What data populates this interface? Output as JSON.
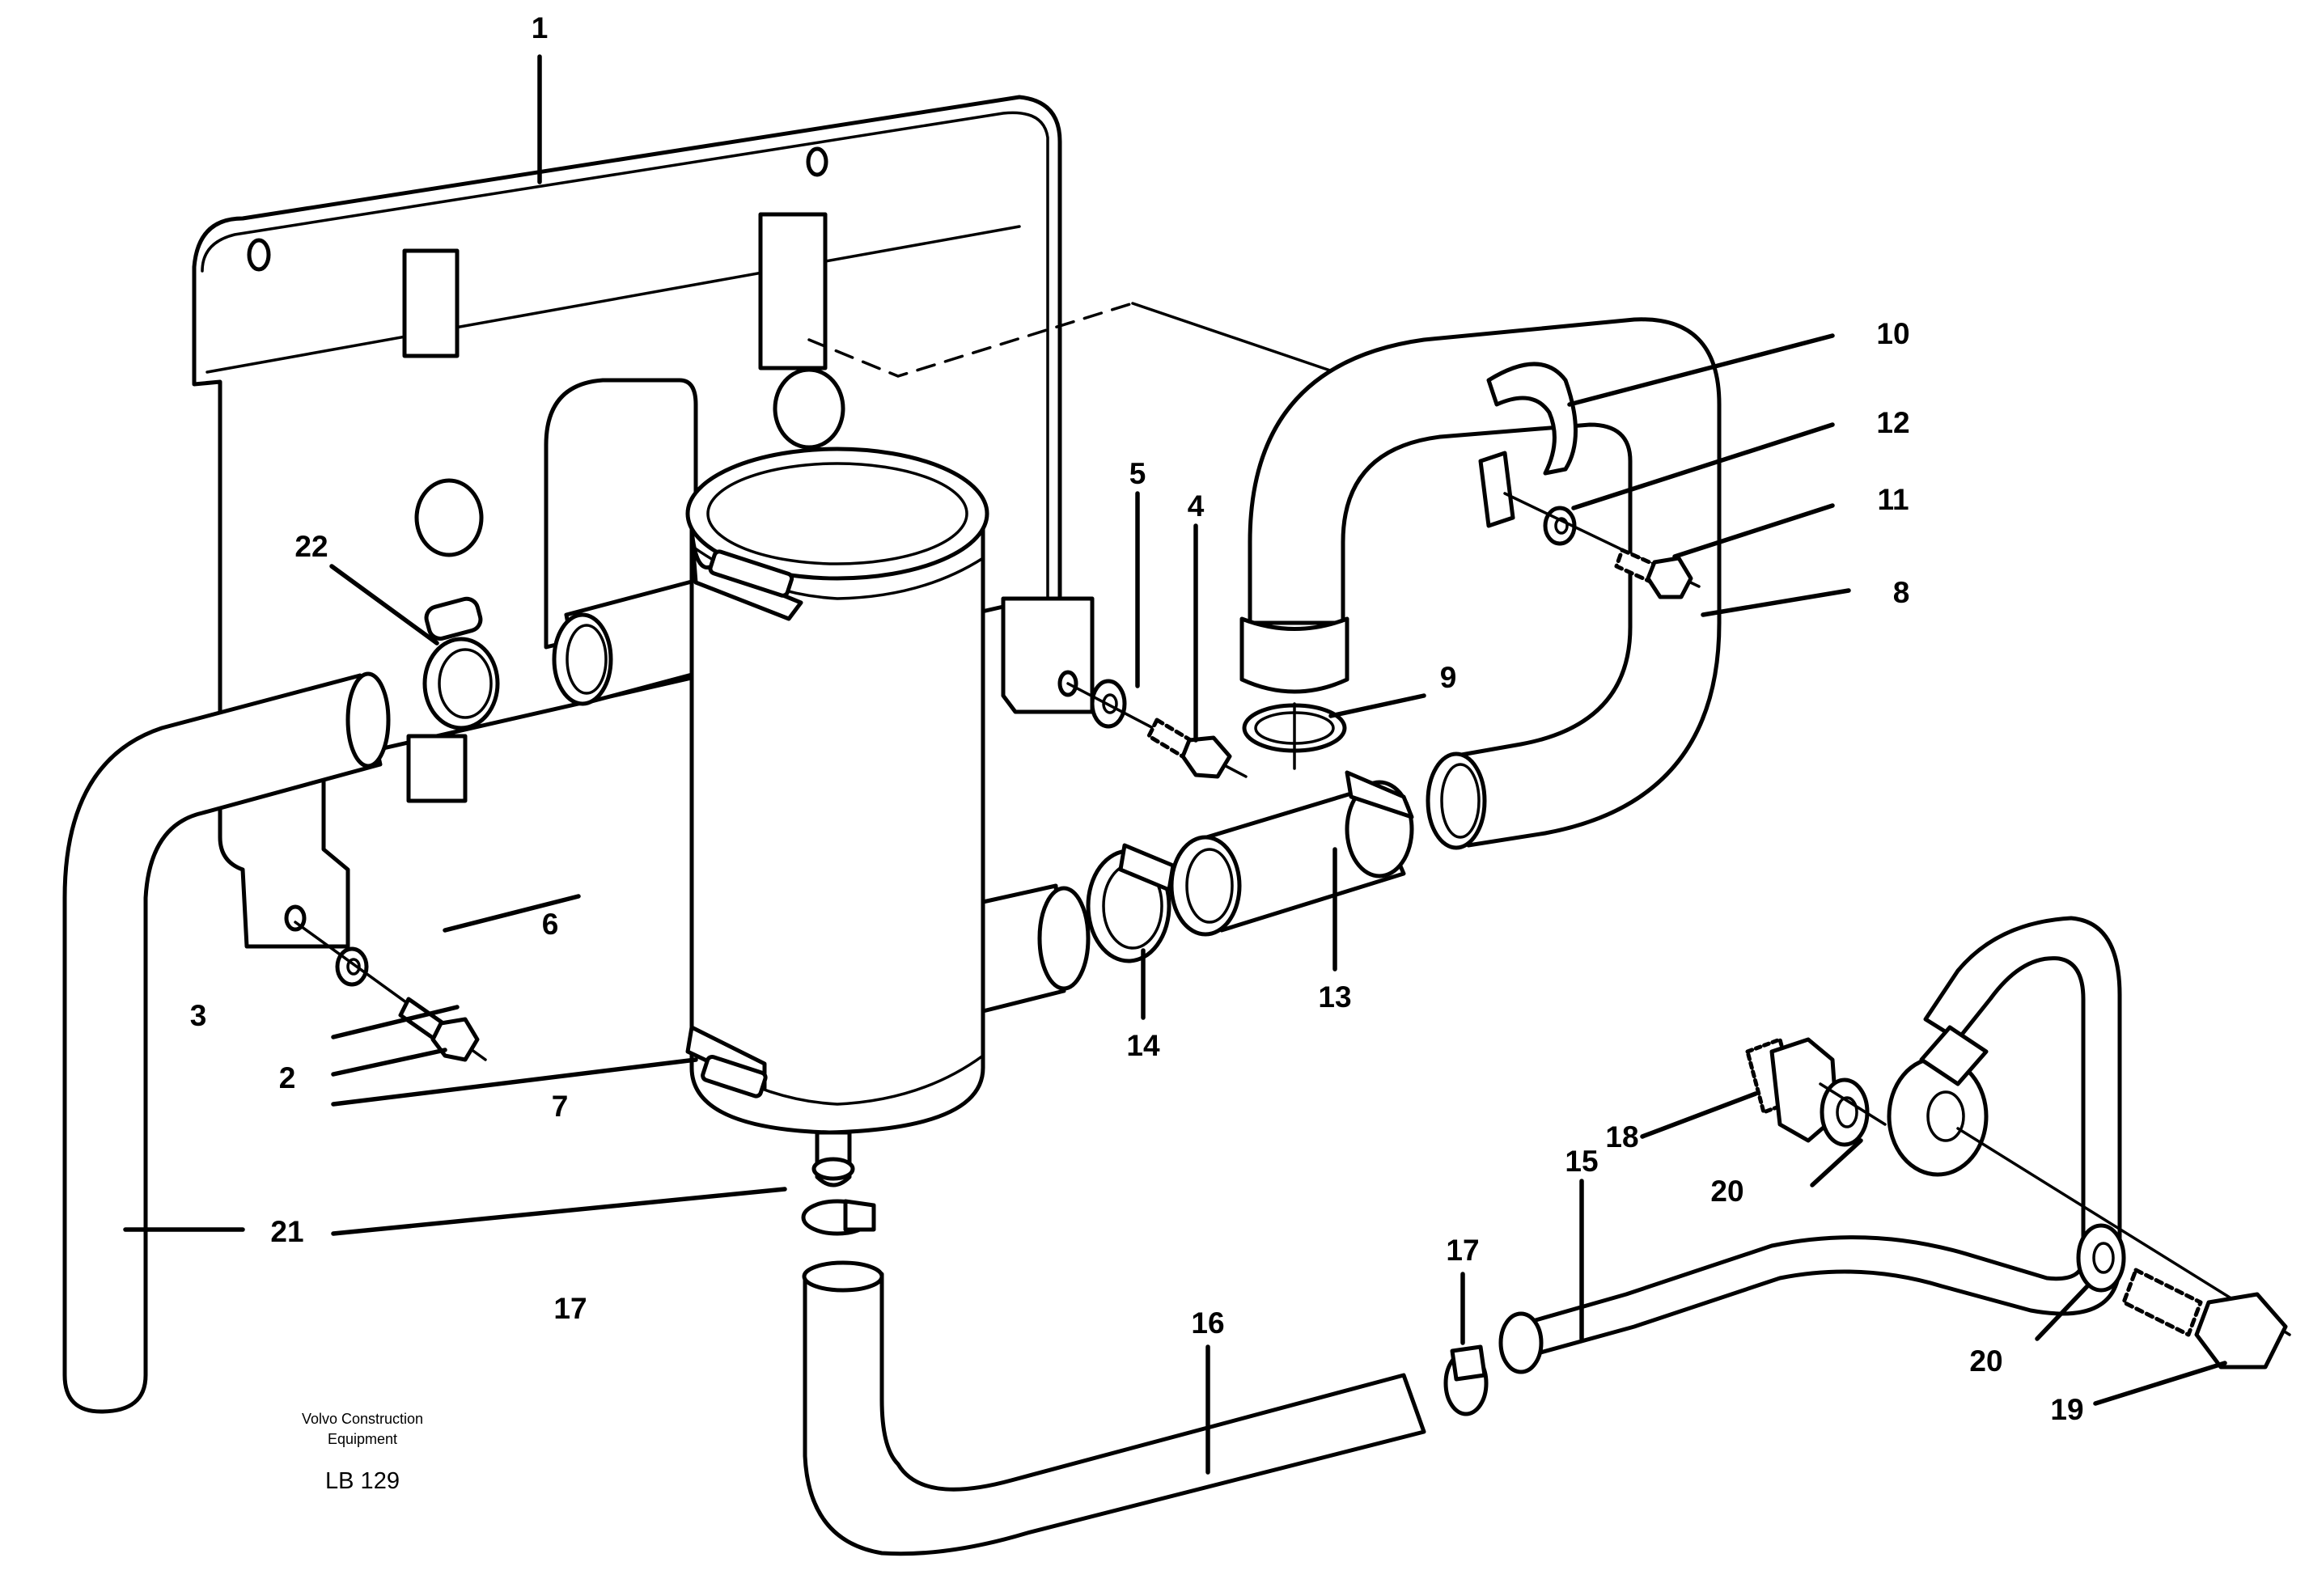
{
  "caption": {
    "line1": "Volvo Construction",
    "line2": "Equipment",
    "code": "LB 129"
  },
  "callouts": [
    {
      "id": "c1",
      "label": "1"
    },
    {
      "id": "c2",
      "label": "2"
    },
    {
      "id": "c3",
      "label": "3"
    },
    {
      "id": "c4",
      "label": "4"
    },
    {
      "id": "c5",
      "label": "5"
    },
    {
      "id": "c6",
      "label": "6"
    },
    {
      "id": "c7",
      "label": "7"
    },
    {
      "id": "c8",
      "label": "8"
    },
    {
      "id": "c9",
      "label": "9"
    },
    {
      "id": "c10",
      "label": "10"
    },
    {
      "id": "c11",
      "label": "11"
    },
    {
      "id": "c12",
      "label": "12"
    },
    {
      "id": "c13",
      "label": "13"
    },
    {
      "id": "c14",
      "label": "14"
    },
    {
      "id": "c15",
      "label": "15"
    },
    {
      "id": "c16",
      "label": "16"
    },
    {
      "id": "c17a",
      "label": "17"
    },
    {
      "id": "c17b",
      "label": "17"
    },
    {
      "id": "c18",
      "label": "18"
    },
    {
      "id": "c19",
      "label": "19"
    },
    {
      "id": "c20a",
      "label": "20"
    },
    {
      "id": "c20b",
      "label": "20"
    },
    {
      "id": "c21",
      "label": "21"
    },
    {
      "id": "c22",
      "label": "22"
    }
  ]
}
